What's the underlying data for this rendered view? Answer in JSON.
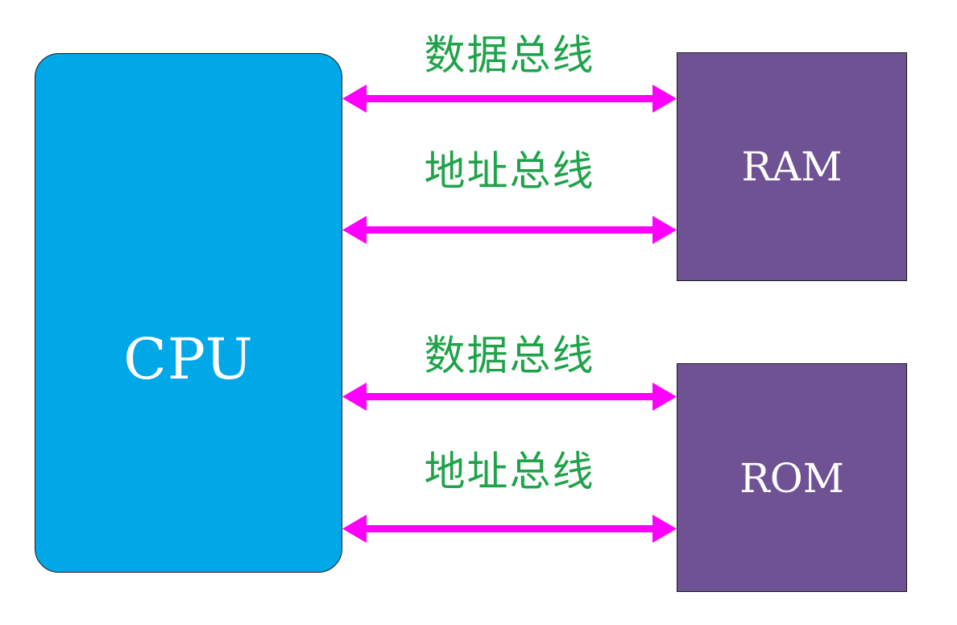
{
  "cpu": {
    "label": "CPU"
  },
  "ram": {
    "label": "RAM"
  },
  "rom": {
    "label": "ROM"
  },
  "buses": [
    {
      "label": "数据总线"
    },
    {
      "label": "地址总线"
    },
    {
      "label": "数据总线"
    },
    {
      "label": "地址总线"
    }
  ],
  "colors": {
    "cpu_fill": "#00a8e8",
    "memory_fill": "#6f5294",
    "arrow": "#ff00ff",
    "bus_text": "#1fa34a",
    "block_text": "#ffffff"
  }
}
